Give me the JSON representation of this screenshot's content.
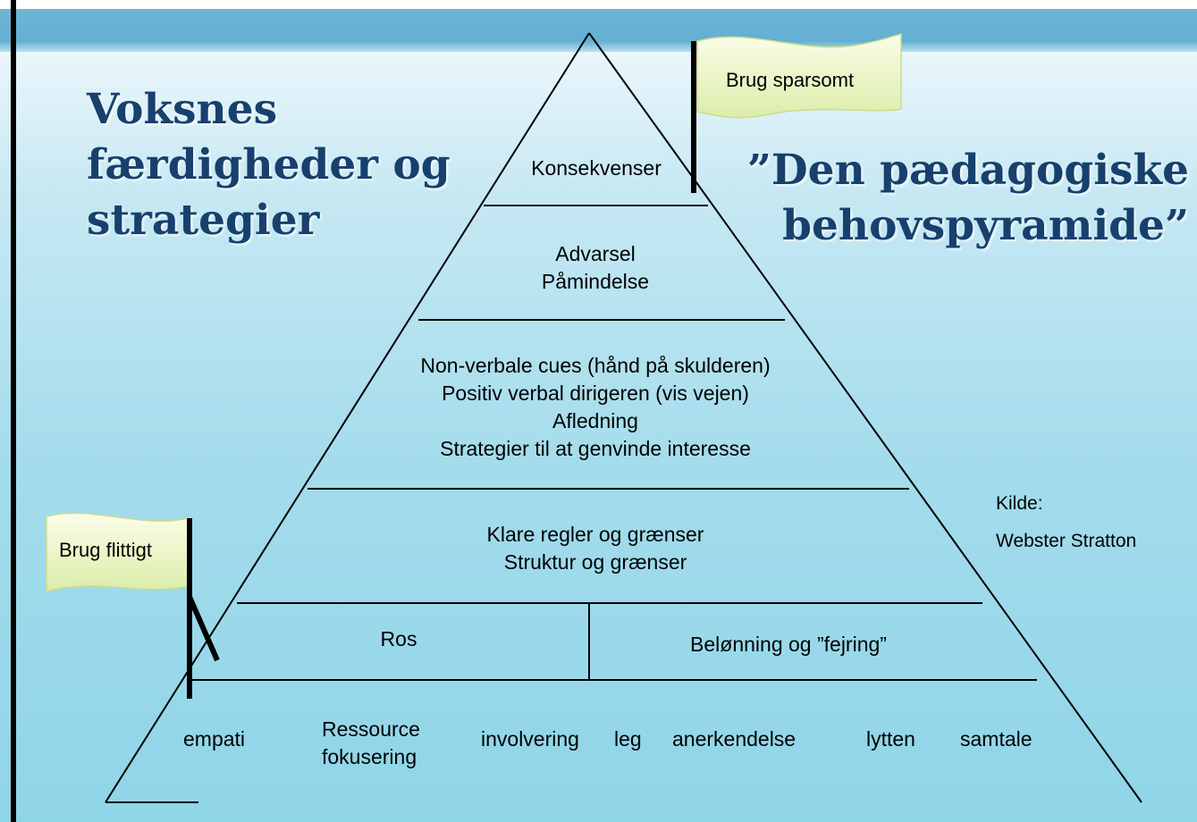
{
  "title_left": [
    "Voksnes",
    "færdigheder og",
    "strategier"
  ],
  "title_right": [
    "”Den pædagogiske",
    "behovspyramide”"
  ],
  "flags": {
    "top": "Brug sparsomt",
    "bottom": "Brug flittigt"
  },
  "pyramid": {
    "level_1": "Konsekvenser",
    "level_2": [
      "Advarsel",
      "Påmindelse"
    ],
    "level_3": [
      "Non-verbale cues (hånd på skulderen)",
      "Positiv verbal dirigeren (vis vejen)",
      "Afledning",
      "Strategier til at genvinde interesse"
    ],
    "level_4": [
      "Klare regler og grænser",
      "Struktur og grænser"
    ],
    "level_5": {
      "left": "Ros",
      "right": "Belønning og ”fejring”"
    },
    "level_6": {
      "empathy": "empati",
      "resource_line_1": "Ressource",
      "resource_line_2": "fokusering",
      "involvement": "involvering",
      "play": "leg",
      "recognition": "anerkendelse",
      "listening": "lytten",
      "conversation": "samtale"
    }
  },
  "source": {
    "label": "Kilde:",
    "author": "Webster Stratton"
  },
  "colors": {
    "heading": "#17406d",
    "band": "#63afd3",
    "flag": "#eef7b8"
  }
}
